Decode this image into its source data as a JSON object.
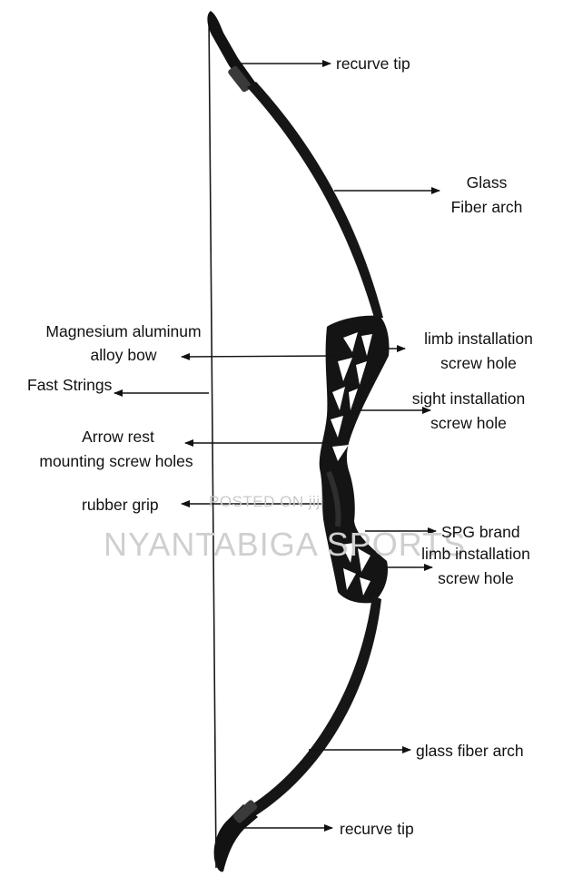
{
  "diagram": {
    "labels": {
      "recurve_tip_top": "recurve tip",
      "glass_fiber_arch_line1": "Glass",
      "glass_fiber_arch_line2": "Fiber arch",
      "magnesium_line1": "Magnesium aluminum",
      "magnesium_line2": "alloy bow",
      "limb_install_top_line1": "limb installation",
      "limb_install_top_line2": "screw hole",
      "fast_strings": "Fast Strings",
      "sight_install_line1": "sight installation",
      "sight_install_line2": "screw hole",
      "arrow_rest_line1": "Arrow rest",
      "arrow_rest_line2": "mounting screw holes",
      "rubber_grip": "rubber grip",
      "spg_brand": "SPG brand",
      "limb_install_bottom_line1": "limb installation",
      "limb_install_bottom_line2": "screw hole",
      "glass_fiber_arch_bottom": "glass fiber arch",
      "recurve_tip_bottom": "recurve tip"
    },
    "watermark": {
      "posted_on": "POSTED ON jiji",
      "seller": "NYANTABIGA SPORTS"
    },
    "colors": {
      "bow": "#121212",
      "string": "#1a1a1a",
      "text": "#111111",
      "watermark": "#cccccc"
    }
  }
}
